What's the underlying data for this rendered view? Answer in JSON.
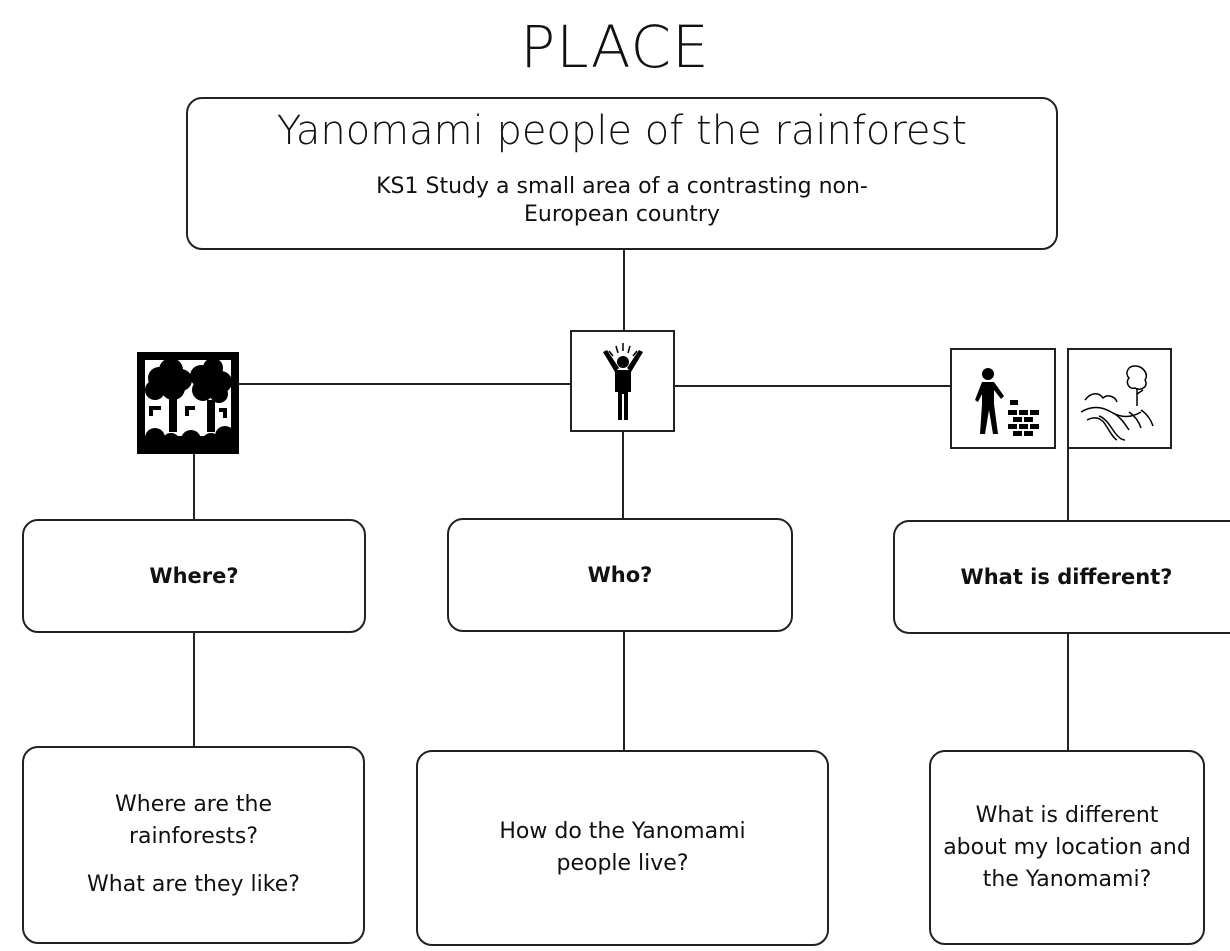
{
  "diagram": {
    "heading": "PLACE",
    "topic": {
      "title": "Yanomami people of the rainforest",
      "subtitle": "KS1 Study a small area of a contrasting non-European country"
    },
    "branches": [
      {
        "icon": "rainforest-icon",
        "question": "Where?",
        "detail": [
          "Where are the rainforests?",
          "What are they like?"
        ]
      },
      {
        "icon": "person-arms-raised-icon",
        "question": "Who?",
        "detail": [
          "How do the Yanomami people live?"
        ]
      },
      {
        "icons": [
          "builder-brick-wall-icon",
          "landscape-river-tree-icon"
        ],
        "question": "What is different?",
        "detail": [
          "What is different about my location and the Yanomami?"
        ]
      }
    ]
  }
}
